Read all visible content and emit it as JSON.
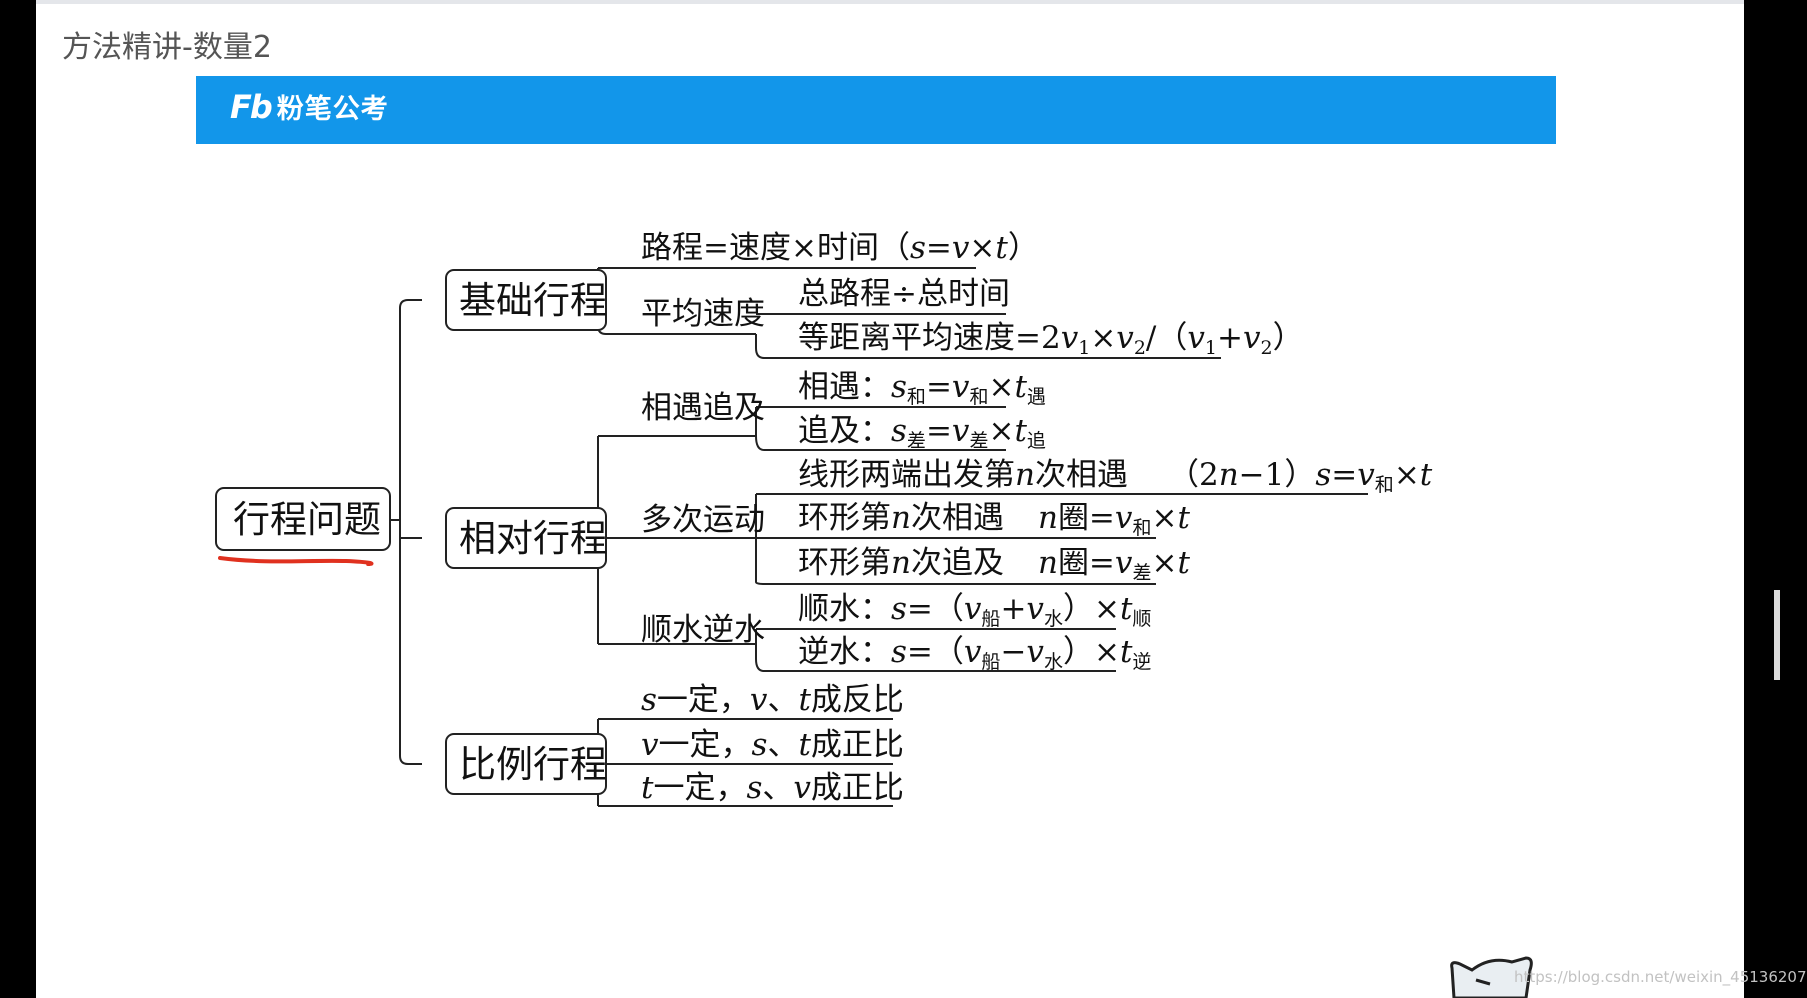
{
  "page": {
    "title": "方法精讲-数量2"
  },
  "brand": {
    "mark": "Fb",
    "name": "粉笔公考"
  },
  "mindmap": {
    "root": "行程问题",
    "basic": {
      "label": "基础行程",
      "distance_formula": [
        "路程=速度×时间（",
        "s",
        "=",
        "v",
        "×",
        "t",
        "）"
      ],
      "average_speed": {
        "label": "平均速度",
        "total": "总路程÷总时间",
        "equal_distance": [
          "等距离平均速度=2",
          "v",
          "1",
          "×",
          "v",
          "2",
          "/（",
          "v",
          "1",
          "+",
          "v",
          "2",
          "）"
        ]
      }
    },
    "relative": {
      "label": "相对行程",
      "meet_chase": {
        "label": "相遇追及",
        "meet": [
          "相遇：",
          "s",
          "和",
          "=",
          "v",
          "和",
          "×",
          "t",
          "遇"
        ],
        "chase": [
          "追及：",
          "s",
          "差",
          "=",
          "v",
          "差",
          "×",
          "t",
          "追"
        ]
      },
      "multiple": {
        "label": "多次运动",
        "linear": [
          "线形两端出发第",
          "n",
          "次相遇",
          "（2",
          "n",
          "−1）",
          "s",
          "=",
          "v",
          "和",
          "×",
          "t"
        ],
        "ring_meet": [
          "环形第",
          "n",
          "次相遇",
          "n",
          "圈=",
          "v",
          "和",
          "×",
          "t"
        ],
        "ring_chase": [
          "环形第",
          "n",
          "次追及",
          "n",
          "圈=",
          "v",
          "差",
          "×",
          "t"
        ]
      },
      "water": {
        "label": "顺水逆水",
        "down": [
          "顺水：",
          "s",
          "=（",
          "v",
          "船",
          "+",
          "v",
          "水",
          "）×",
          "t",
          "顺"
        ],
        "up": [
          "逆水：",
          "s",
          "=（",
          "v",
          "船",
          "−",
          "v",
          "水",
          "）×",
          "t",
          "逆"
        ]
      }
    },
    "ratio": {
      "label": "比例行程",
      "items": [
        [
          "s",
          "一定，",
          "v",
          "、",
          "t",
          "成反比"
        ],
        [
          "v",
          "一定，",
          "s",
          "、",
          "t",
          "成正比"
        ],
        [
          "t",
          "一定，",
          "s",
          "、",
          "v",
          "成正比"
        ]
      ]
    }
  },
  "watermark": "https://blog.csdn.net/weixin_45136207",
  "colors": {
    "brand_bar": "#1296ea",
    "underline": "#e0311f",
    "frame": "#000000"
  }
}
